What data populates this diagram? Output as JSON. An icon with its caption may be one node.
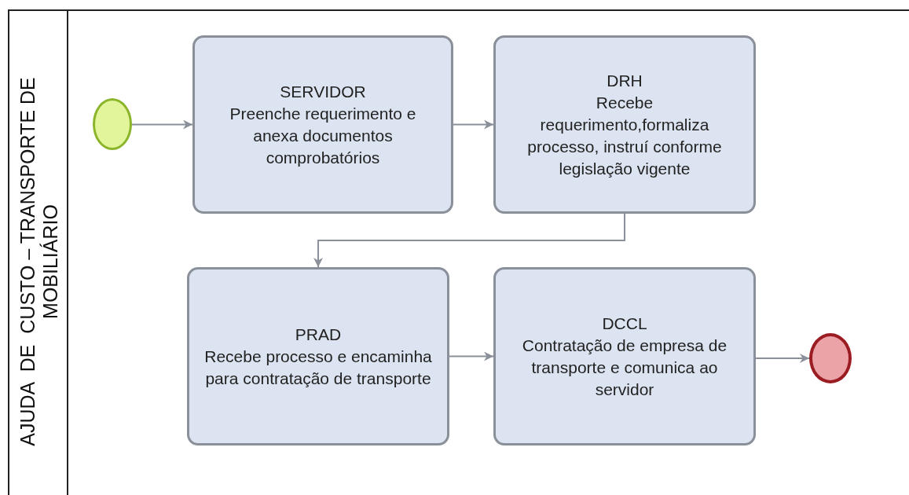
{
  "diagram": {
    "nodes": [
      {
        "text": [
          "AJUDA  DE  CUSTO – TRANSPORTE DE MOBILIÁRIO"
        ]
      },
      {
        "text": [],
        "shape": "circle",
        "in": 0
      },
      {
        "text": [
          "SERVIDOR",
          "Preenche requerimento e anexa documentos comprobatórios"
        ],
        "in": 0
      },
      {
        "text": [
          "DRH",
          "Recebe requerimento,formaliza processo, instruí conforme legislação vigente"
        ],
        "in": 0
      },
      {
        "text": [
          "PRAD",
          "Recebe processo e encaminha para contratação de transporte"
        ],
        "in": 0
      },
      {
        "text": [
          "DCCL",
          "Contratação de empresa de transporte e comunica ao servidor"
        ],
        "in": 0
      },
      {
        "text": [],
        "shape": "circle",
        "in": 0
      }
    ],
    "edges": [
      {
        "from": 1,
        "to": 2,
        "arrow": "to"
      },
      {
        "from": 2,
        "to": 3,
        "arrow": "to"
      },
      {
        "from": 3,
        "to": 4,
        "arrow": "to"
      },
      {
        "from": 4,
        "to": 5,
        "arrow": "to"
      },
      {
        "from": 5,
        "to": 6,
        "arrow": "to"
      }
    ]
  }
}
